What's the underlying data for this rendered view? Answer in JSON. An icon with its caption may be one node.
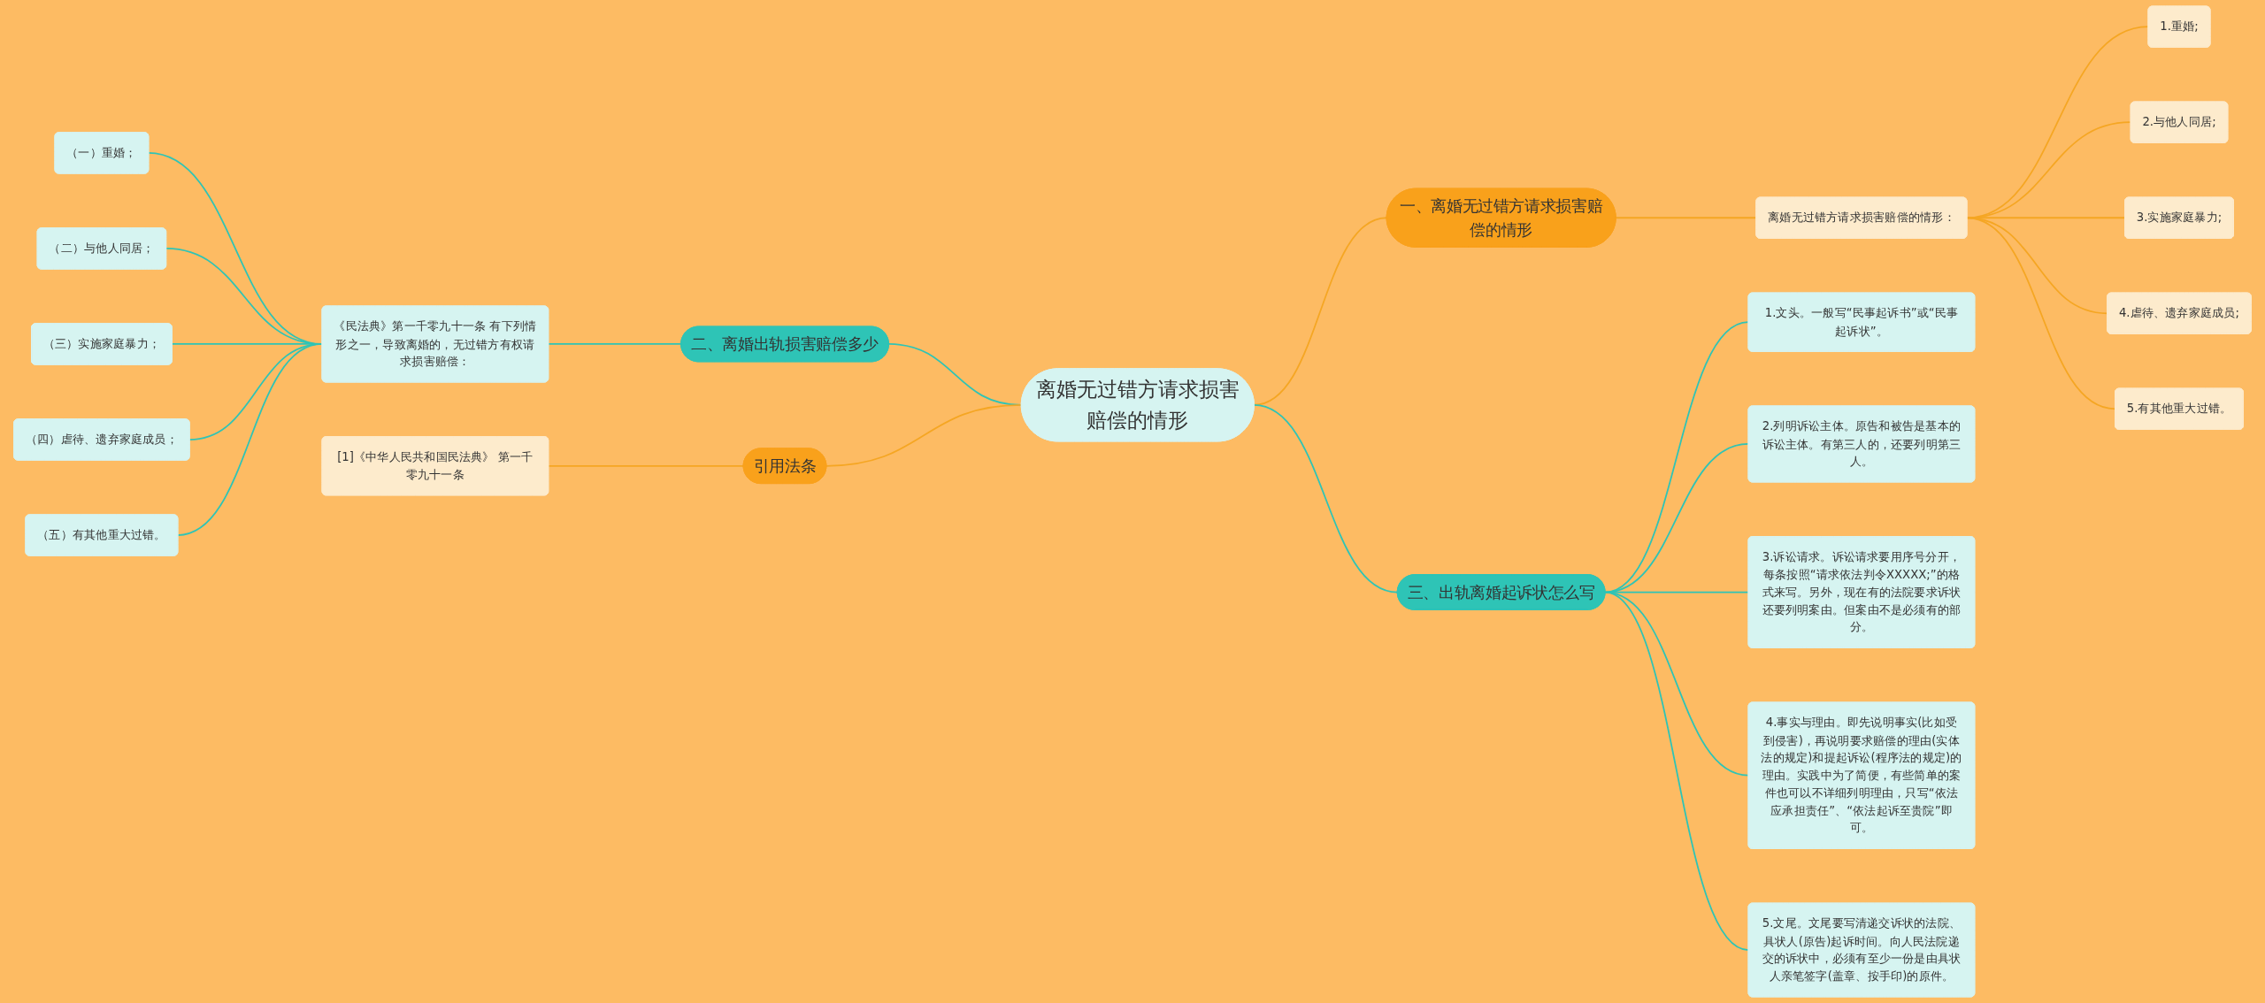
{
  "diagram": {
    "nodes": [
      {
        "text": [
          "离婚无过错方请求损害赔偿的情形"
        ]
      },
      {
        "text": [
          "一、离婚无过错方请求损害赔偿的情形"
        ]
      },
      {
        "text": [
          "离婚无过错方请求损害赔偿的情形："
        ]
      },
      {
        "text": [
          "1.重婚;"
        ]
      },
      {
        "text": [
          "2.与他人同居;"
        ]
      },
      {
        "text": [
          "3.实施家庭暴力;"
        ]
      },
      {
        "text": [
          "4.虐待、遗弃家庭成员;"
        ]
      },
      {
        "text": [
          "5.有其他重大过错。"
        ]
      },
      {
        "text": [
          "二、离婚出轨损害赔偿多少"
        ]
      },
      {
        "text": [
          "《民法典》第一千零九十一条 有下列情形之一，导致离婚的，无过错方有权请求损害赔偿："
        ]
      },
      {
        "text": [
          "（一）重婚；"
        ]
      },
      {
        "text": [
          "（二）与他人同居；"
        ]
      },
      {
        "text": [
          "（三）实施家庭暴力；"
        ]
      },
      {
        "text": [
          "（四）虐待、遗弃家庭成员；"
        ]
      },
      {
        "text": [
          "（五）有其他重大过错。"
        ]
      },
      {
        "text": [
          "引用法条"
        ]
      },
      {
        "text": [
          "[1]《中华人民共和国民法典》 第一千零九十一条"
        ]
      },
      {
        "text": [
          "三、出轨离婚起诉状怎么写"
        ]
      },
      {
        "text": [
          "1.文头。一般写“民事起诉书”或“民事起诉状”。"
        ]
      },
      {
        "text": [
          "2.列明诉讼主体。原告和被告是基本的诉讼主体。有第三人的，还要列明第三人。"
        ]
      },
      {
        "text": [
          "3.诉讼请求。诉讼请求要用序号分开，每条按照“请求依法判令XXXXX;”的格式来写。另外，现在有的法院要求诉状还要列明案由。但案由不是必须有的部分。"
        ]
      },
      {
        "text": [
          "4.事实与理由。即先说明事实(比如受到侵害)，再说明要求赔偿的理由(实体法的规定)和提起诉讼(程序法的规定)的理由。实践中为了简便，有些简单的案件也可以不详细列明理由，只写“依法应承担责任”、“依法起诉至贵院”即可。"
        ]
      },
      {
        "text": [
          "5.文尾。文尾要写清递交诉状的法院、具状人(原告)起诉时间。向人民法院递交的诉状中，必须有至少一份是由具状人亲笔签字(盖章、按手印)的原件。"
        ]
      }
    ],
    "edges": [
      {
        "from": 0,
        "to": 1,
        "arrow": "none",
        "color": "#f5a623"
      },
      {
        "from": 1,
        "to": 2,
        "arrow": "none",
        "color": "#f5a623"
      },
      {
        "from": 2,
        "to": 3,
        "arrow": "none",
        "color": "#f5a623"
      },
      {
        "from": 2,
        "to": 4,
        "arrow": "none",
        "color": "#f5a623"
      },
      {
        "from": 2,
        "to": 5,
        "arrow": "none",
        "color": "#f5a623"
      },
      {
        "from": 2,
        "to": 6,
        "arrow": "none",
        "color": "#f5a623"
      },
      {
        "from": 2,
        "to": 7,
        "arrow": "none",
        "color": "#f5a623"
      },
      {
        "from": 8,
        "to": 0,
        "arrow": "none"
      },
      {
        "from": 9,
        "to": 8,
        "arrow": "none"
      },
      {
        "from": 10,
        "to": 9,
        "arrow": "none"
      },
      {
        "from": 11,
        "to": 9,
        "arrow": "none"
      },
      {
        "from": 12,
        "to": 9,
        "arrow": "none"
      },
      {
        "from": 13,
        "to": 9,
        "arrow": "none"
      },
      {
        "from": 14,
        "to": 9,
        "arrow": "none"
      },
      {
        "from": 15,
        "to": 0,
        "arrow": "none",
        "color": "#f5a623"
      },
      {
        "from": 16,
        "to": 15,
        "arrow": "none",
        "color": "#f5a623"
      },
      {
        "from": 0,
        "to": 17,
        "arrow": "none"
      },
      {
        "from": 17,
        "to": 18,
        "arrow": "none"
      },
      {
        "from": 17,
        "to": 19,
        "arrow": "none"
      },
      {
        "from": 17,
        "to": 20,
        "arrow": "none"
      },
      {
        "from": 17,
        "to": 21,
        "arrow": "none"
      },
      {
        "from": 17,
        "to": 22,
        "arrow": "none"
      }
    ]
  }
}
